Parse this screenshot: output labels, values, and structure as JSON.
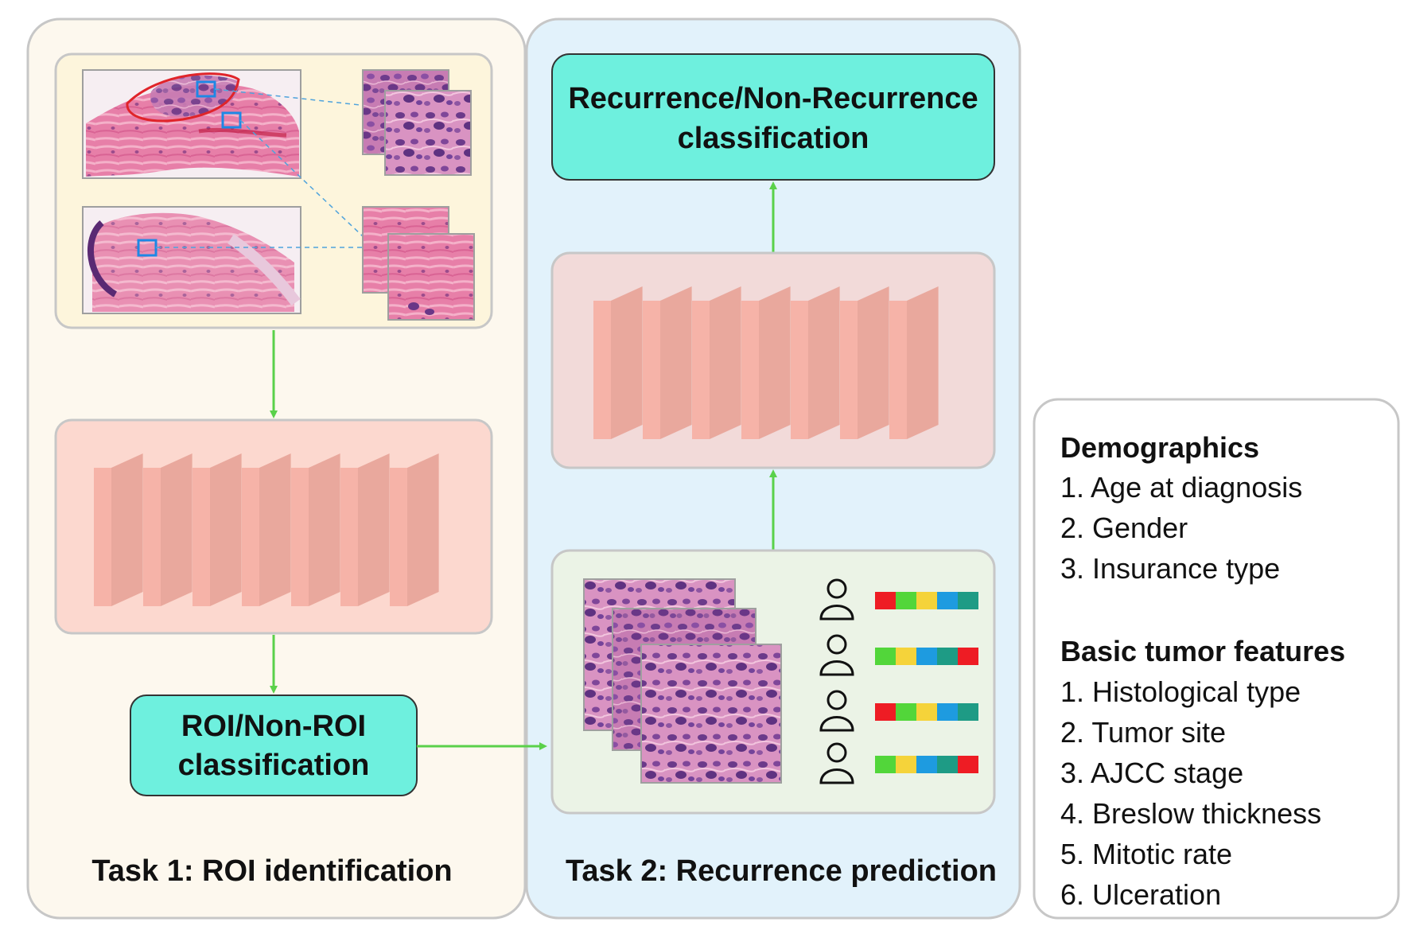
{
  "task1": {
    "title": "Task 1: ROI identification",
    "roi_box": [
      "ROI/Non-ROI",
      "classification"
    ]
  },
  "task2": {
    "title": "Task 2: Recurrence prediction",
    "result_box": [
      "Recurrence/Non-Recurrence",
      "classification"
    ]
  },
  "features": {
    "demographics_title": "Demographics",
    "demographics": [
      "1. Age at diagnosis",
      "2. Gender",
      "3. Insurance type"
    ],
    "tumor_title": "Basic tumor features",
    "tumor": [
      "1. Histological type",
      "2. Tumor site",
      "3. AJCC stage",
      "4. Breslow thickness",
      "5. Mitotic rate",
      "6. Ulceration"
    ]
  },
  "colors": {
    "task1_panel": "#fdf8ee",
    "task2_panel": "#e2f2fb",
    "slides_box": "#fdf5dc",
    "network_box": "#fcd8cf",
    "network_box_task2": "#f2dad9",
    "patient_box": "#ebf3e6",
    "class_box": "#6ef0de",
    "arrow": "#5ad14a",
    "slice_face": "#e8a59a",
    "slice_side": "#f6b3a8",
    "tissue_pink": "#e58fb5",
    "tissue_purple": "#8b5aa0",
    "feature_palette": [
      "#ee1c24",
      "#52d63a",
      "#f5d33a",
      "#1e9be0",
      "#1e9b85"
    ]
  },
  "feature_rows": [
    [
      0,
      1,
      2,
      3,
      4
    ],
    [
      1,
      2,
      3,
      4,
      0
    ],
    [
      0,
      1,
      2,
      3,
      4
    ],
    [
      1,
      2,
      3,
      4,
      0
    ]
  ],
  "icons": {
    "patient": "person-outline-icon",
    "network": "cnn-layers-icon",
    "roi_marker": "roi-square-icon"
  }
}
